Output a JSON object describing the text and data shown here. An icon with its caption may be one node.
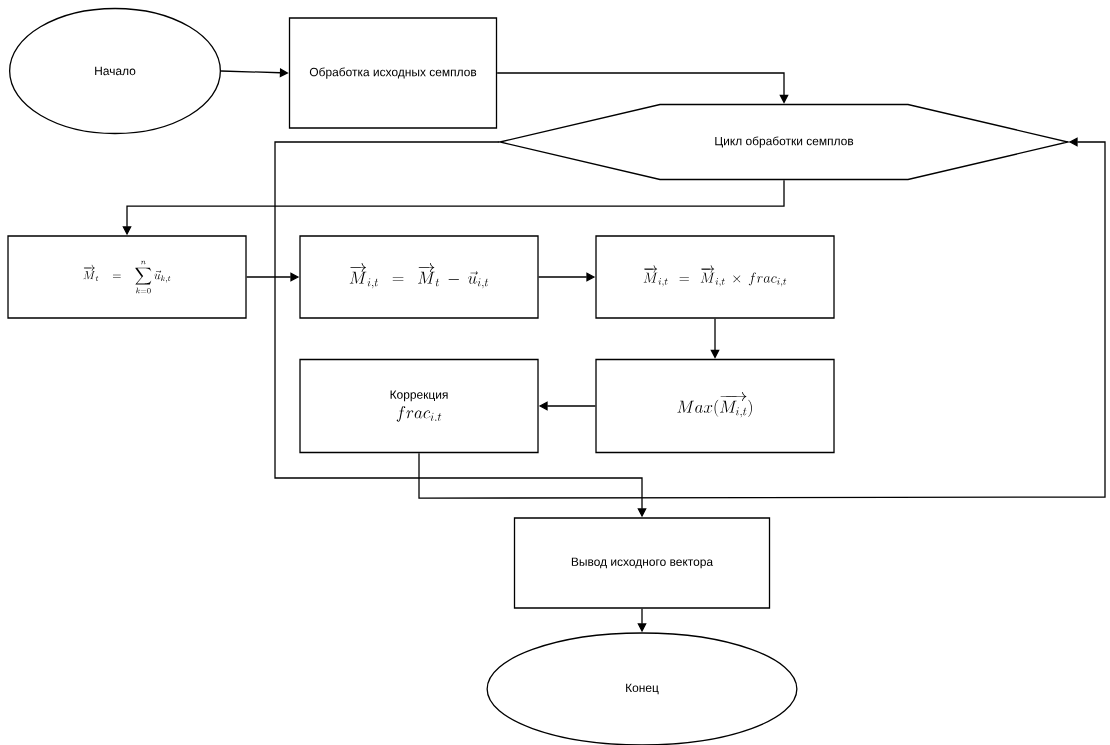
{
  "diagram": {
    "nodes": [
      {
        "text": [
          "Начало"
        ]
      },
      {
        "text": [
          "Обработка исходных семплов"
        ]
      },
      {
        "text": [
          "Цикл обработки семплов"
        ]
      },
      {
        "text": [
          "\\overrightarrow{M}_{t}=\\sum_{k=0}^{n}\\vec{u}_{k,t}"
        ]
      },
      {
        "text": [
          "\\overrightarrow{M}_{i,t}=\\overrightarrow{M}_{t}-\\vec{u}_{i,t}"
        ]
      },
      {
        "text": [
          "\\overrightarrow{M}_{i,t}=\\overrightarrow{M}_{i,t}\\times frac_{i,t}"
        ]
      },
      {
        "text": [
          "Max(\\overrightarrow{M_{i,t}})"
        ]
      },
      {
        "text": [
          "Коррекция",
          "frac_{i.t}"
        ]
      },
      {
        "text": [
          "Вывод исходного вектора"
        ]
      },
      {
        "text": [
          "Конец"
        ]
      }
    ],
    "edges": [
      {
        "from": 0,
        "to": 1,
        "arrow": "to"
      },
      {
        "from": 1,
        "to": 2,
        "arrow": "to"
      },
      {
        "from": 2,
        "to": 3,
        "arrow": "to"
      },
      {
        "from": 3,
        "to": 4,
        "arrow": "to"
      },
      {
        "from": 4,
        "to": 5,
        "arrow": "to"
      },
      {
        "from": 5,
        "to": 6,
        "arrow": "to"
      },
      {
        "from": 6,
        "to": 7,
        "arrow": "to"
      },
      {
        "from": 7,
        "to": 2,
        "arrow": "to"
      },
      {
        "from": 2,
        "to": 8,
        "arrow": "to"
      },
      {
        "from": 8,
        "to": 9,
        "arrow": "to"
      }
    ]
  }
}
